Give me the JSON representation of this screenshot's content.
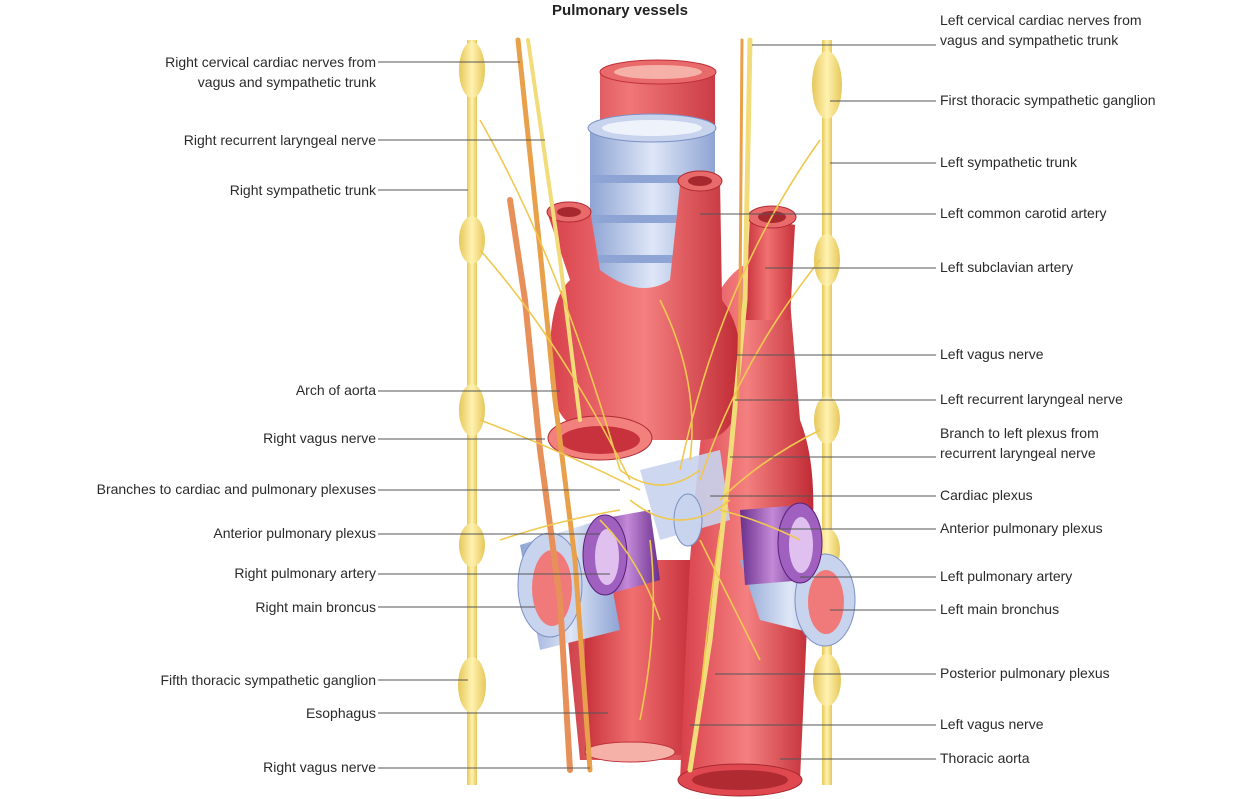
{
  "title": "Pulmonary vessels",
  "labels_left": [
    {
      "id": "right-cervical-cardiac-nerves",
      "lines": [
        "Right cervical cardiac nerves from",
        "vagus and sympathetic trunk"
      ]
    },
    {
      "id": "right-recurrent-laryngeal-nerve",
      "lines": [
        "Right recurrent laryngeal nerve"
      ]
    },
    {
      "id": "right-sympathetic-trunk",
      "lines": [
        "Right sympathetic trunk"
      ]
    },
    {
      "id": "arch-of-aorta",
      "lines": [
        "Arch of aorta"
      ]
    },
    {
      "id": "right-vagus-nerve-upper",
      "lines": [
        "Right vagus nerve"
      ]
    },
    {
      "id": "branches-to-cardiac-pulmonary-plexuses",
      "lines": [
        "Branches to cardiac and pulmonary plexuses"
      ]
    },
    {
      "id": "anterior-pulmonary-plexus-right",
      "lines": [
        "Anterior pulmonary plexus"
      ]
    },
    {
      "id": "right-pulmonary-artery",
      "lines": [
        "Right pulmonary artery"
      ]
    },
    {
      "id": "right-main-broncus",
      "lines": [
        "Right main broncus"
      ]
    },
    {
      "id": "fifth-thoracic-sympathetic-ganglion",
      "lines": [
        "Fifth thoracic sympathetic ganglion"
      ]
    },
    {
      "id": "esophagus",
      "lines": [
        "Esophagus"
      ]
    },
    {
      "id": "right-vagus-nerve-lower",
      "lines": [
        "Right vagus nerve"
      ]
    }
  ],
  "labels_right": [
    {
      "id": "left-cervical-cardiac-nerves",
      "lines": [
        "Left cervical cardiac nerves from",
        "vagus and sympathetic trunk"
      ]
    },
    {
      "id": "first-thoracic-sympathetic-ganglion",
      "lines": [
        "First thoracic sympathetic ganglion"
      ]
    },
    {
      "id": "left-sympathetic-trunk",
      "lines": [
        "Left sympathetic trunk"
      ]
    },
    {
      "id": "left-common-carotid-artery",
      "lines": [
        "Left common carotid artery"
      ]
    },
    {
      "id": "left-subclavian-artery",
      "lines": [
        "Left subclavian artery"
      ]
    },
    {
      "id": "left-vagus-nerve-upper",
      "lines": [
        "Left vagus nerve"
      ]
    },
    {
      "id": "left-recurrent-laryngeal-nerve",
      "lines": [
        "Left recurrent laryngeal nerve"
      ]
    },
    {
      "id": "branch-to-left-plexus",
      "lines": [
        "Branch to left plexus from",
        "recurrent laryngeal nerve"
      ]
    },
    {
      "id": "cardiac-plexus",
      "lines": [
        "Cardiac plexus"
      ]
    },
    {
      "id": "anterior-pulmonary-plexus-left",
      "lines": [
        "Anterior pulmonary plexus"
      ]
    },
    {
      "id": "left-pulmonary-artery",
      "lines": [
        "Left pulmonary artery"
      ]
    },
    {
      "id": "left-main-bronchus",
      "lines": [
        "Left main bronchus"
      ]
    },
    {
      "id": "posterior-pulmonary-plexus",
      "lines": [
        "Posterior pulmonary plexus"
      ]
    },
    {
      "id": "left-vagus-nerve-lower",
      "lines": [
        "Left vagus nerve"
      ]
    },
    {
      "id": "thoracic-aorta",
      "lines": [
        "Thoracic aorta"
      ]
    }
  ],
  "colors": {
    "artery": "#e8525a",
    "artery_dark": "#c8323c",
    "artery_light": "#f28a88",
    "nerve": "#f2dc7a",
    "nerve_orange": "#e8a04a",
    "trachea": "#b9c8e8",
    "pulmonary_artery": "#9a5ab8",
    "leader": "#555555"
  }
}
